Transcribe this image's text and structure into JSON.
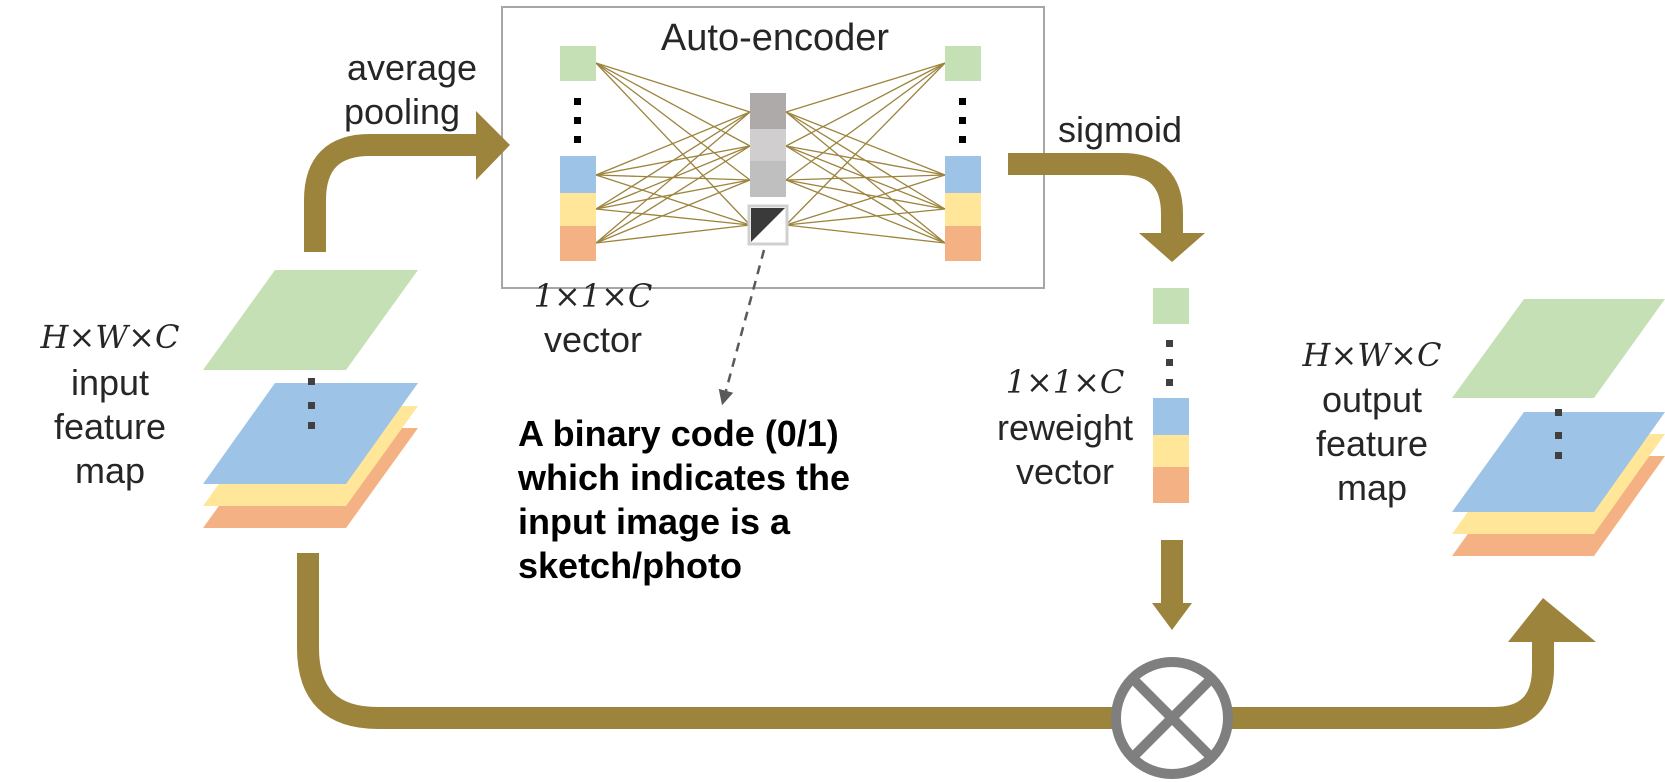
{
  "title": "Auto-encoder",
  "labels": {
    "average_pooling_1": "average",
    "average_pooling_2": "pooling",
    "sigmoid": "sigmoid",
    "input_dims": "H×W×C",
    "input_1": "input",
    "input_2": "feature",
    "input_3": "map",
    "vector_dims": "1×1×C",
    "vector_word": "vector",
    "reweight_dims": "1×1×C",
    "reweight_1": "reweight",
    "reweight_2": "vector",
    "output_dims": "H×W×C",
    "output_1": "output",
    "output_2": "feature",
    "output_3": "map"
  },
  "annotation": {
    "line_1": "A binary code (0/1)",
    "line_2": "which indicates the",
    "line_3": "input image is a",
    "line_4": "sketch/photo"
  },
  "colors": {
    "green": "#c5e0b4",
    "blue": "#9dc3e6",
    "yellow": "#ffe699",
    "orange": "#f4b183",
    "arrow": "#9c843d",
    "gray_dark": "#a6a6a6",
    "gray_light": "#d0d0d0",
    "box_border": "#a6a6a6",
    "multiply": "#7f7f7f"
  },
  "icons": {
    "multiply": "circled-x-icon",
    "binary_code": "half-filled-square-icon"
  }
}
